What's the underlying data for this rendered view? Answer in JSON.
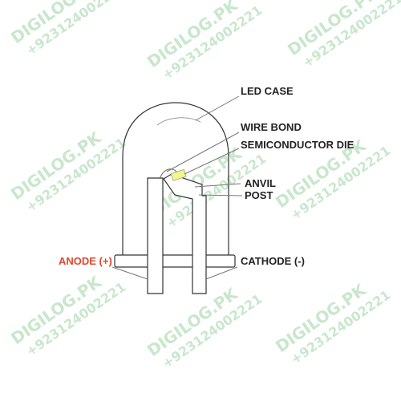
{
  "watermark": {
    "brand": "DIGILOG.PK",
    "phone": "+923124002221",
    "color": "#bfe3c4"
  },
  "labels": {
    "led_case": "LED CASE",
    "wire_bond": "WIRE BOND",
    "semiconductor_die": "SEMICONDUCTOR DIE",
    "anvil": "ANVIL",
    "post": "POST",
    "anode": "ANODE (+)",
    "cathode": "CATHODE (-)"
  },
  "colors": {
    "outline": "#333333",
    "leader": "#777777",
    "label": "#222222",
    "anode_label": "#e0472b",
    "die": "#f3f78a",
    "lens_highlight": "#9a9a9a"
  }
}
